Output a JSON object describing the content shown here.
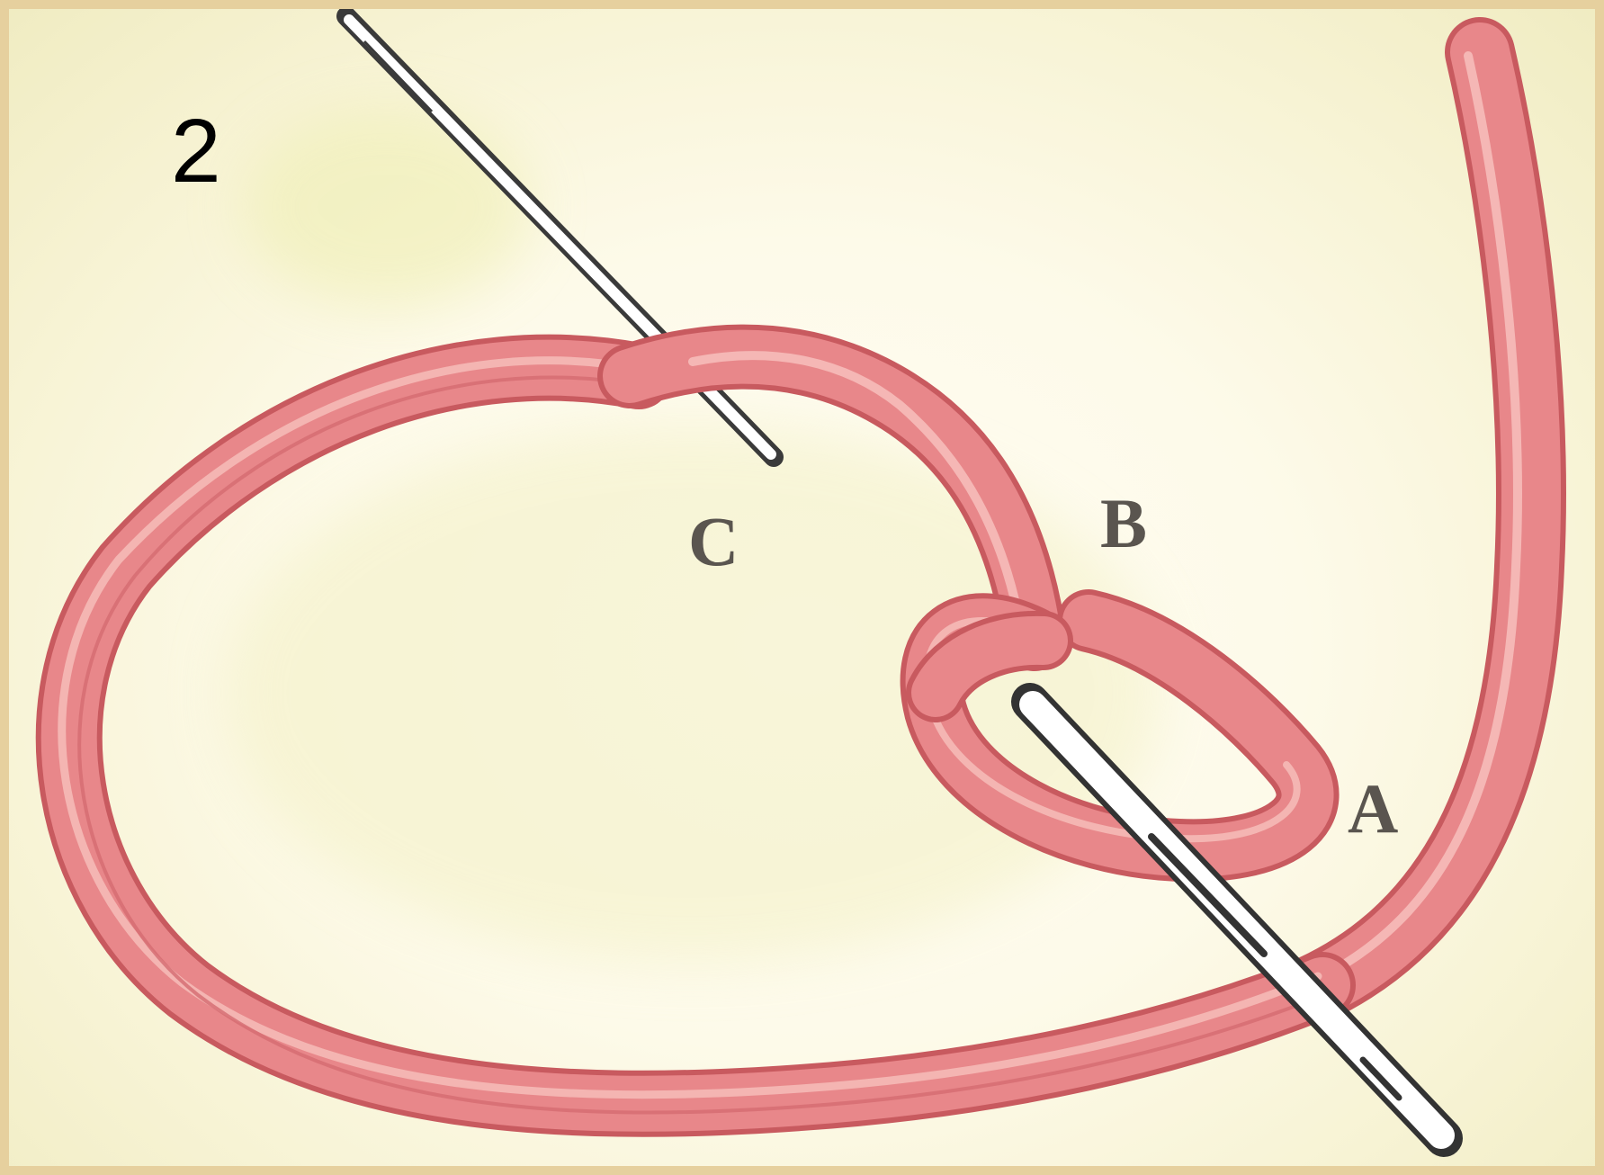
{
  "figure": {
    "step_number": "2",
    "point_labels": {
      "a": "A",
      "b": "B",
      "c": "C"
    }
  },
  "colors": {
    "background": "#fdfae9",
    "frame": "#e6d09e",
    "thread": "#e8878a",
    "thread_highlight": "#f6bdb9",
    "thread_edge": "#c85a5f",
    "needle": "#ffffff",
    "needle_outline": "#333333"
  },
  "icons": [
    "needle-icon",
    "thread-icon"
  ]
}
